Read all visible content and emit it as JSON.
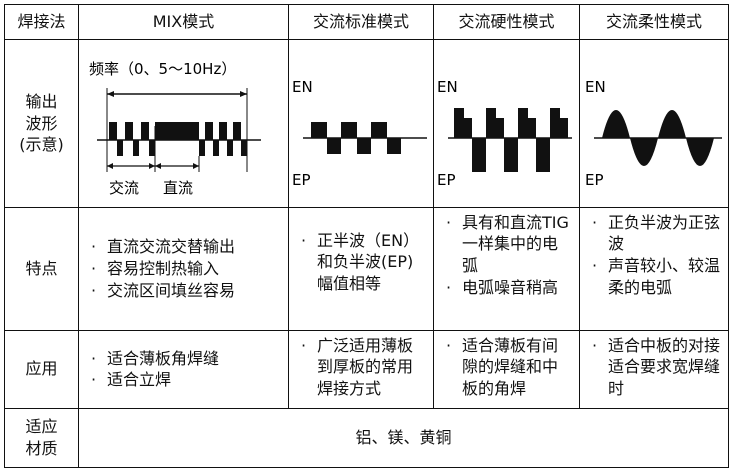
{
  "header": {
    "col0": "焊接法",
    "col1": "MIX模式",
    "col2": "交流标准模式",
    "col3": "交流硬性模式",
    "col4": "交流柔性模式"
  },
  "waveform_row": {
    "label_lines": [
      "输出",
      "波形",
      "(示意)"
    ],
    "mix": {
      "freq_label": "频率（0、5～10Hz）",
      "ac_label": "交流",
      "dc_label": "直流"
    },
    "standard": {
      "en": "EN",
      "ep": "EP"
    },
    "hard": {
      "en": "EN",
      "ep": "EP"
    },
    "soft": {
      "en": "EN",
      "ep": "EP"
    }
  },
  "features_row": {
    "label": "特点",
    "bullet": "·",
    "mix": [
      "直流交流交替输出",
      "容易控制热输入",
      "交流区间填丝容易"
    ],
    "standard": [
      "正半波（EN）和负半波(EP)幅值相等"
    ],
    "hard": [
      "具有和直流TIG一样集中的电弧",
      "电弧噪音稍高"
    ],
    "soft": [
      "正负半波为正弦波",
      "声音较小、较温柔的电弧"
    ]
  },
  "application_row": {
    "label": "应用",
    "mix": [
      "适合薄板角焊缝",
      "适合立焊"
    ],
    "standard": [
      "广泛适用薄板到厚板的常用焊接方式"
    ],
    "hard": [
      "适合薄板有间隙的焊缝和中板的角焊"
    ],
    "soft": [
      "适合中板的对接适合要求宽焊缝时"
    ]
  },
  "material_row": {
    "label_lines": [
      "适应",
      "材质"
    ],
    "value": "铝、镁、黄铜"
  }
}
